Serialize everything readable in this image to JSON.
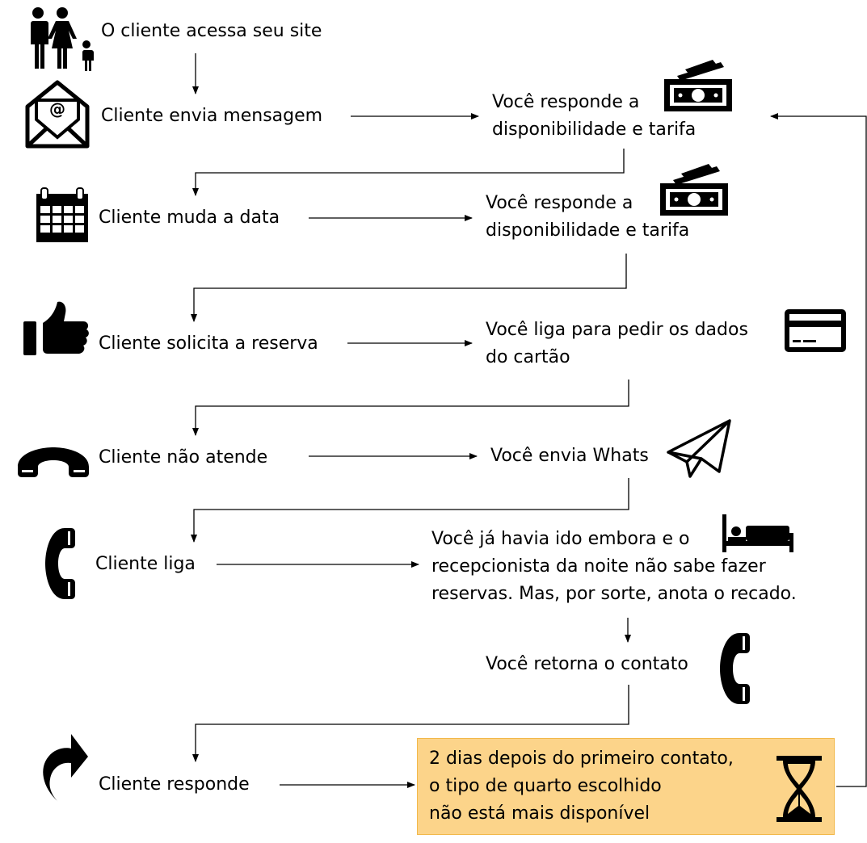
{
  "steps": {
    "site": "O cliente acessa seu site",
    "message": "Cliente envia mensagem",
    "reply1": [
      "Você responde a",
      "disponibilidade e tarifa"
    ],
    "date_change": "Cliente muda a data",
    "reply2": [
      "Você responde a",
      "disponibilidade e tarifa"
    ],
    "request": "Cliente solicita a reserva",
    "call_card": [
      "Você liga para pedir os dados",
      "do cartão"
    ],
    "no_answer": "Cliente não atende",
    "whats": "Você envia Whats",
    "client_calls": "Cliente liga",
    "night": [
      "Você já havia ido embora e o",
      "recepcionista da noite não sabe fazer",
      "reservas. Mas, por sorte, anota o recado."
    ],
    "callback": "Você retorna o contato",
    "responds": "Cliente responde",
    "unavailable": [
      "2 dias depois do primeiro contato,",
      "o tipo de quarto escolhido",
      "não está mais disponível"
    ]
  },
  "icons": [
    "family-icon",
    "envelope-icon",
    "money-icon",
    "calendar-icon",
    "thumbs-up-icon",
    "credit-card-icon",
    "phone-hangup-icon",
    "paper-plane-icon",
    "phone-handset-icon",
    "bed-icon",
    "share-arrow-icon",
    "hourglass-icon"
  ],
  "colors": {
    "alert_fill": "#fcd48a",
    "alert_border": "#f2b84a"
  }
}
